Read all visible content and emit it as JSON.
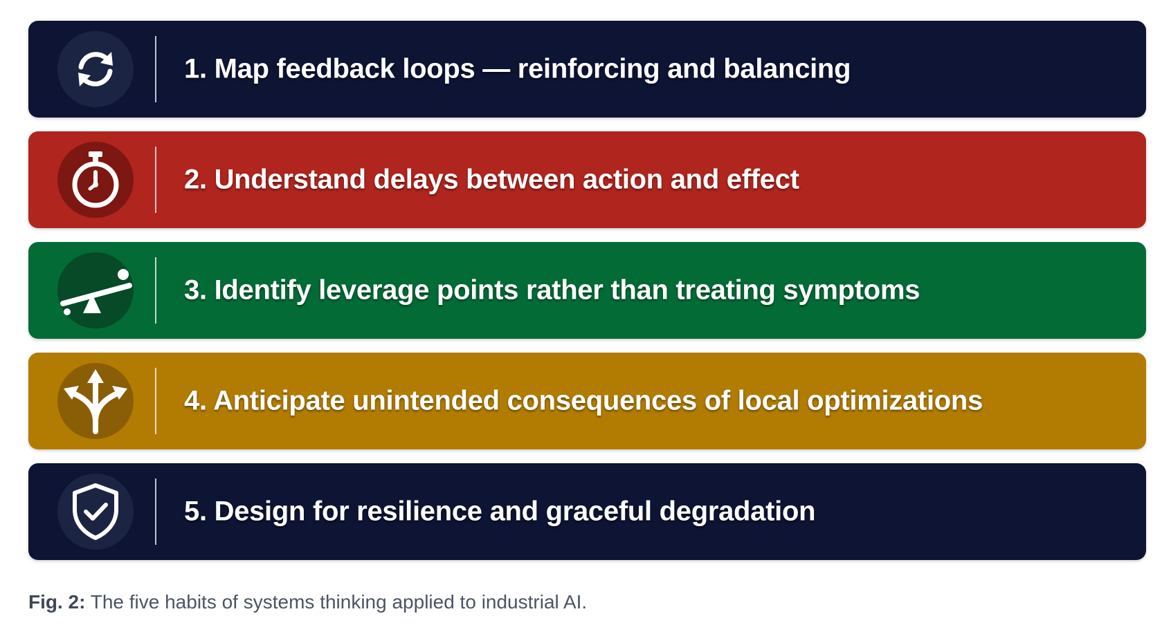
{
  "habits": [
    {
      "label": "1. Map feedback loops — reinforcing and balancing",
      "icon": "sync-arrows-icon",
      "color": "#0d1434",
      "icon_bg": "#1c2444"
    },
    {
      "label": "2. Understand delays between action and effect",
      "icon": "stopwatch-icon",
      "color": "#b0251e",
      "icon_bg": "#7c1712"
    },
    {
      "label": "3. Identify leverage points rather than treating symptoms",
      "icon": "seesaw-lever-icon",
      "color": "#036b36",
      "icon_bg": "#064a27"
    },
    {
      "label": "4. Anticipate unintended consequences of local optimizations",
      "icon": "diverging-arrows-icon",
      "color": "#b27c02",
      "icon_bg": "#8a5e06"
    },
    {
      "label": "5. Design for resilience and graceful degradation",
      "icon": "shield-check-icon",
      "color": "#0d1434",
      "icon_bg": "#1c2444"
    }
  ],
  "caption": {
    "prefix": "Fig. 2:",
    "text": " The five habits of systems thinking applied to industrial AI."
  }
}
